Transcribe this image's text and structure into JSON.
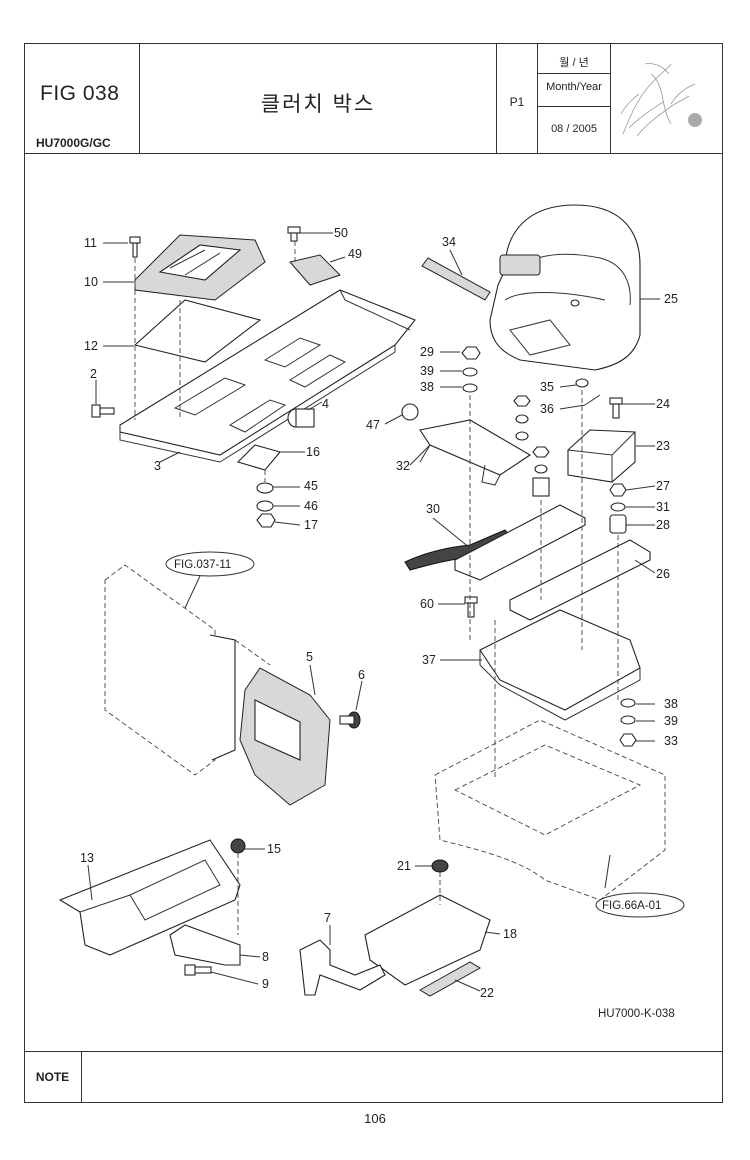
{
  "header": {
    "fig_number": "FIG 038",
    "model": "HU7000G/GC",
    "title": "클러치 박스",
    "page_code": "P1",
    "month_year_kr": "월 / 년",
    "month_year_en": "Month/Year",
    "date": "08 / 2005"
  },
  "drawing": {
    "drawing_code": "HU7000-K-038",
    "references": {
      "left": "FIG.037-11",
      "right": "FIG.66A-01"
    },
    "callouts": [
      "11",
      "10",
      "12",
      "2",
      "3",
      "50",
      "49",
      "4",
      "16",
      "45",
      "46",
      "17",
      "34",
      "25",
      "29",
      "39",
      "38",
      "35",
      "36",
      "24",
      "47",
      "32",
      "23",
      "27",
      "31",
      "28",
      "30",
      "26",
      "60",
      "37",
      "5",
      "6",
      "38",
      "39",
      "33",
      "15",
      "13",
      "8",
      "9",
      "21",
      "18",
      "7",
      "22"
    ]
  },
  "note_label": "NOTE",
  "page_number": "106"
}
